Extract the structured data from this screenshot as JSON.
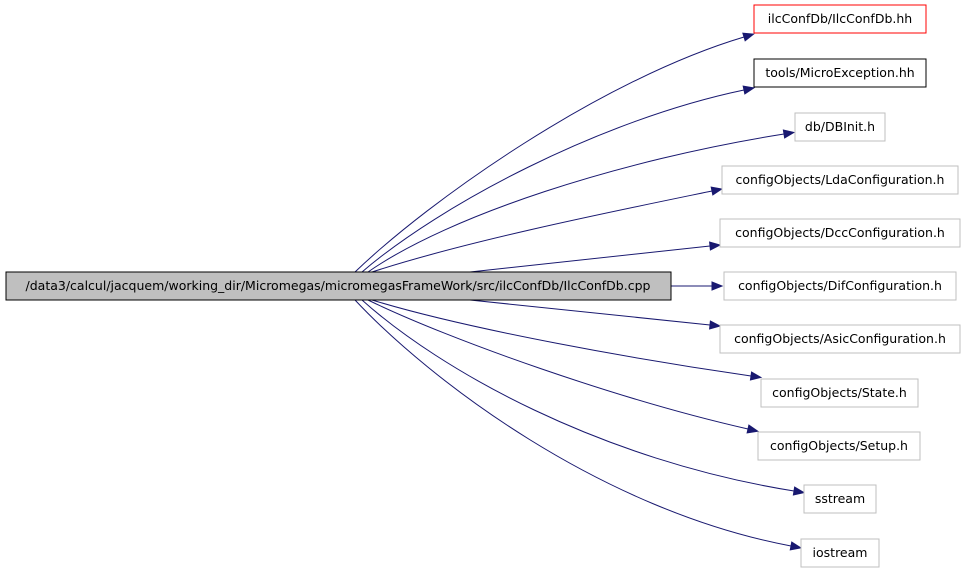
{
  "graph": {
    "source": {
      "label": "/data3/calcul/jacquem/working_dir/Micromegas/micromegasFrameWork/src/ilcConfDb/IlcConfDb.cpp",
      "fill": "#bfbfbf",
      "stroke": "#000000"
    },
    "edge_color": "#191970",
    "targets": [
      {
        "name": "include-ilcconfdb-hh",
        "label": "ilcConfDb/IlcConfDb.hh",
        "stroke": "#ff0000"
      },
      {
        "name": "include-microexception-hh",
        "label": "tools/MicroException.hh",
        "stroke": "#000000"
      },
      {
        "name": "include-dbinit-h",
        "label": "db/DBInit.h",
        "stroke": "#bfbfbf"
      },
      {
        "name": "include-ldaconfiguration-h",
        "label": "configObjects/LdaConfiguration.h",
        "stroke": "#bfbfbf"
      },
      {
        "name": "include-dccconfiguration-h",
        "label": "configObjects/DccConfiguration.h",
        "stroke": "#bfbfbf"
      },
      {
        "name": "include-difconfiguration-h",
        "label": "configObjects/DifConfiguration.h",
        "stroke": "#bfbfbf"
      },
      {
        "name": "include-asicconfiguration-h",
        "label": "configObjects/AsicConfiguration.h",
        "stroke": "#bfbfbf"
      },
      {
        "name": "include-state-h",
        "label": "configObjects/State.h",
        "stroke": "#bfbfbf"
      },
      {
        "name": "include-setup-h",
        "label": "configObjects/Setup.h",
        "stroke": "#bfbfbf"
      },
      {
        "name": "include-sstream",
        "label": "sstream",
        "stroke": "#bfbfbf"
      },
      {
        "name": "include-iostream",
        "label": "iostream",
        "stroke": "#bfbfbf"
      }
    ]
  }
}
